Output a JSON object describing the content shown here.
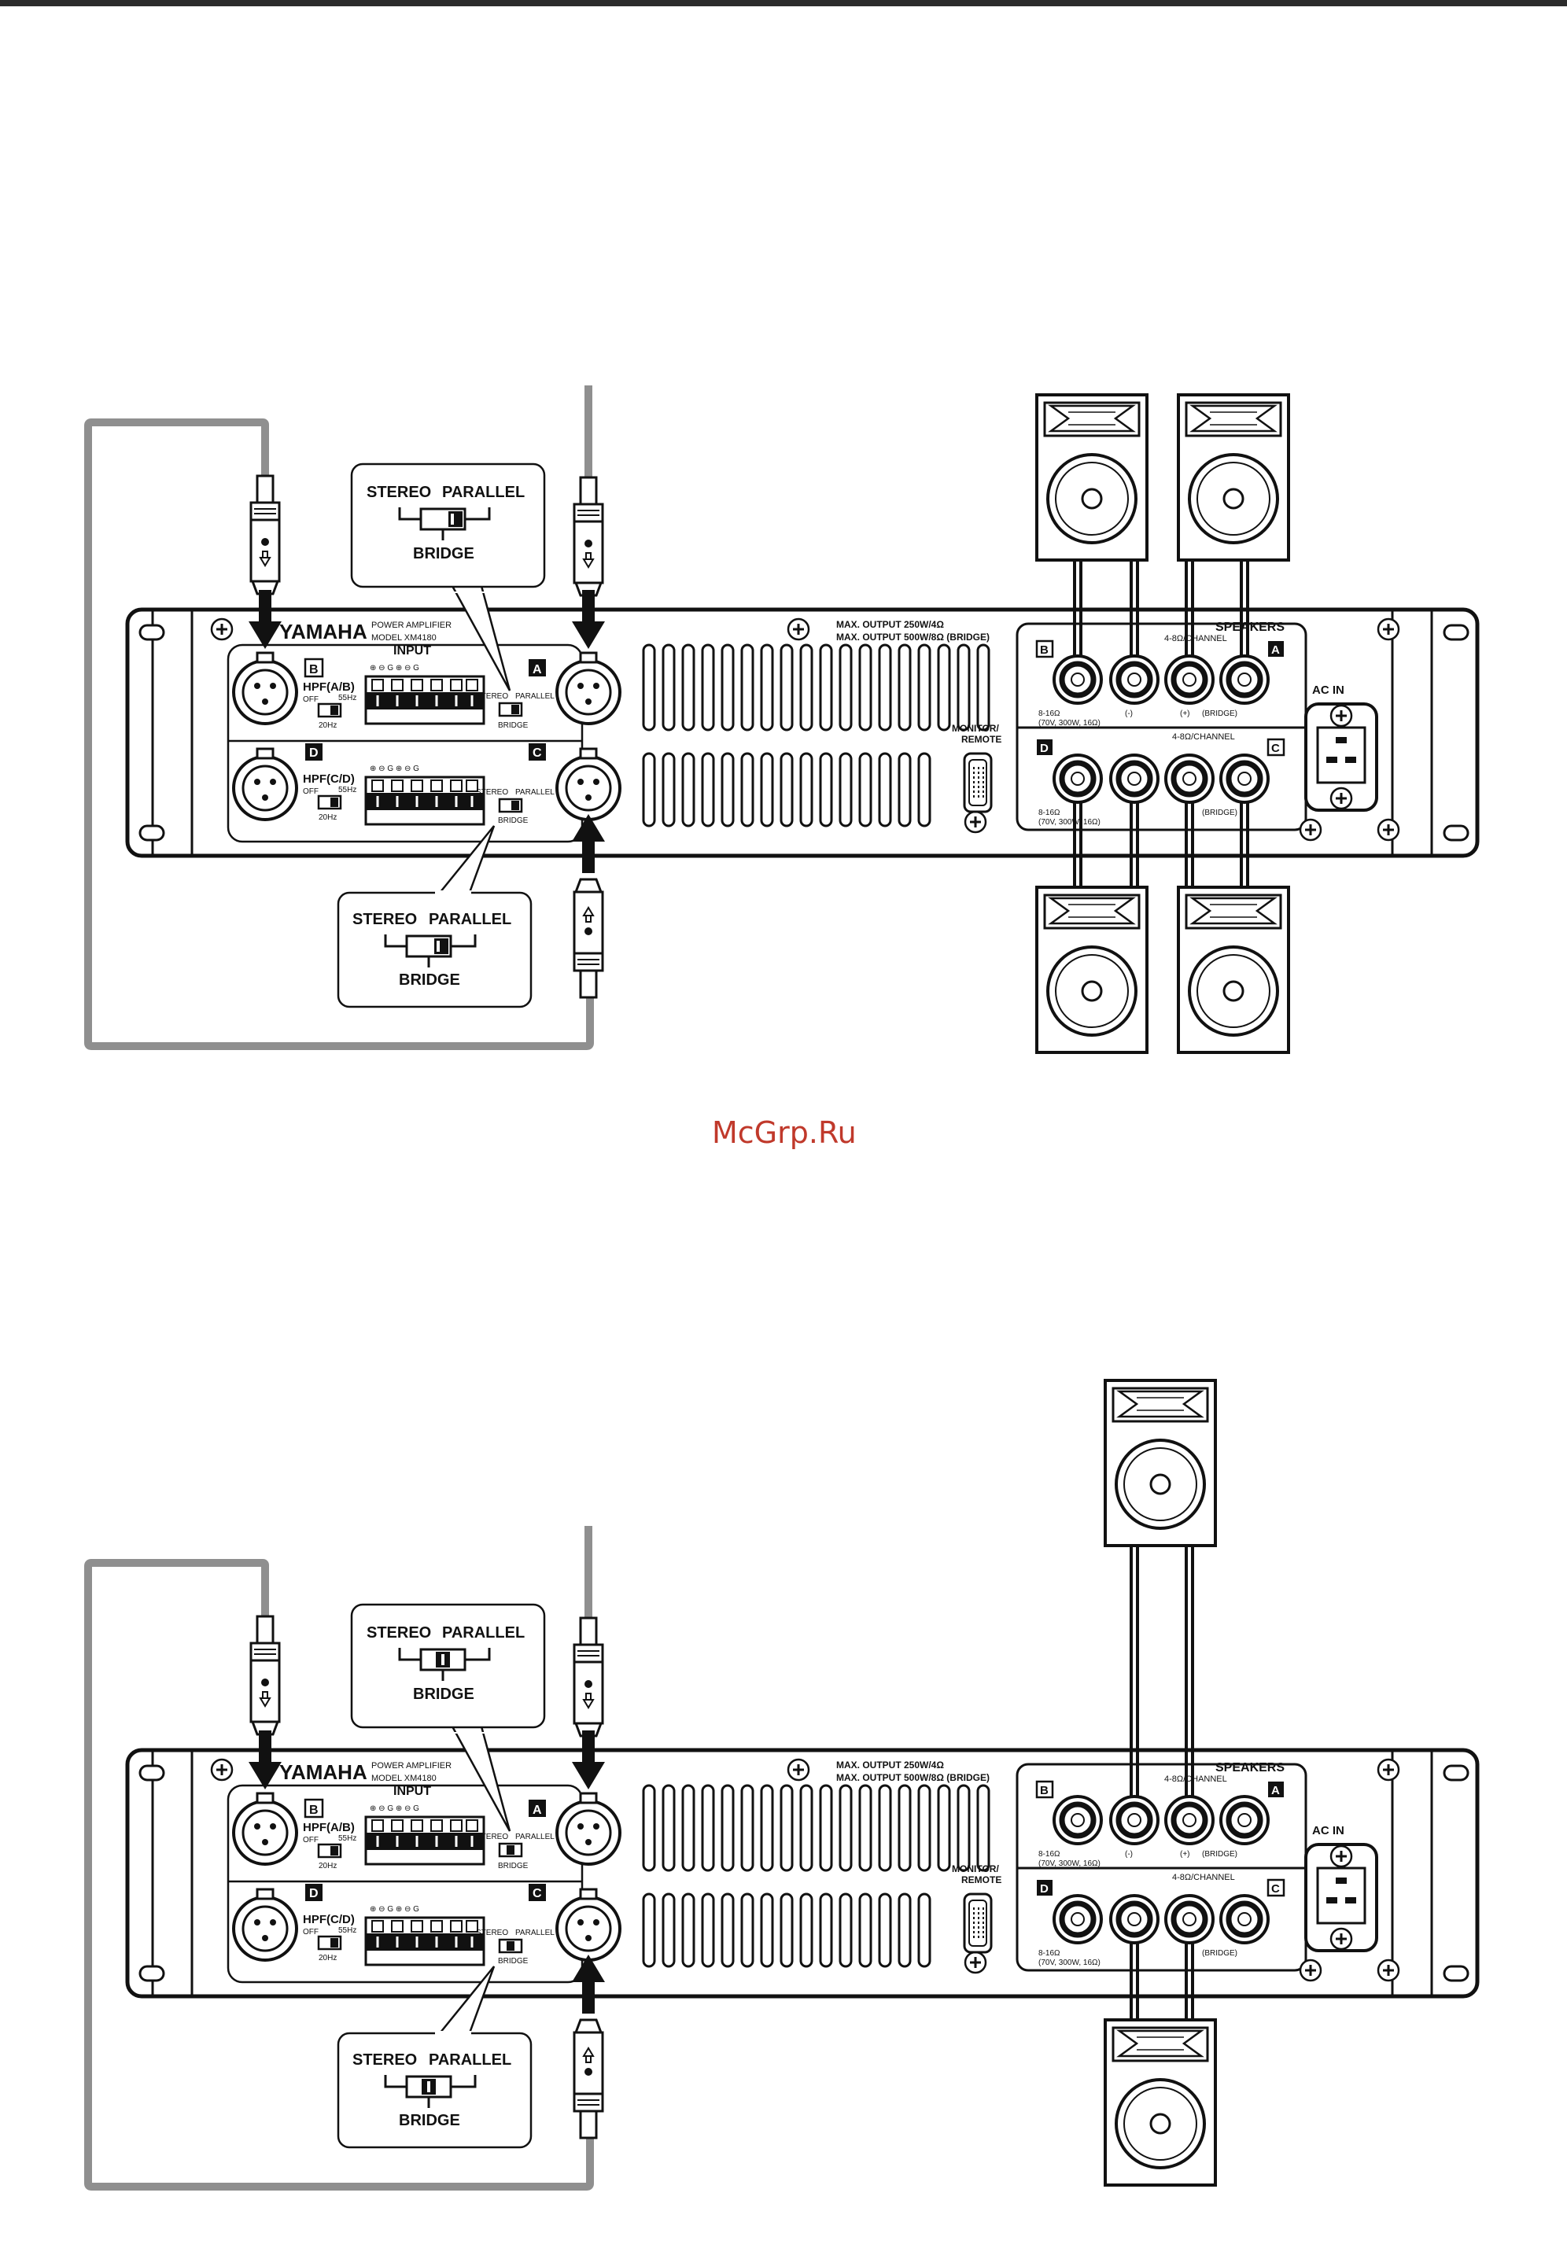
{
  "watermark": "McGrp.Ru",
  "colors": {
    "topbar": "#2b2b2b",
    "cable": "#8f8f8f",
    "line": "#111111",
    "watermark": "#c0392b"
  },
  "amp": {
    "brand": "YAMAHA",
    "model_line1": "POWER AMPLIFIER",
    "model_line2": "MODEL XM4180",
    "max_output1": "MAX. OUTPUT 250W/4Ω",
    "max_output2": "MAX. OUTPUT 500W/8Ω (BRIDGE)",
    "input_label": "INPUT",
    "ch_a": "A",
    "ch_b": "B",
    "ch_c": "C",
    "ch_d": "D",
    "hpf_ab": "HPF(A/B)",
    "hpf_cd": "HPF(C/D)",
    "hpf_off": "OFF",
    "hpf_55": "55Hz",
    "hpf_20": "20Hz",
    "mode_stereo": "STEREO",
    "mode_parallel": "PARALLEL",
    "mode_bridge": "BRIDGE",
    "terminal_pins": "⊕ ⊖ G ⊕ ⊖ G",
    "monitor_remote1": "MONITOR/",
    "monitor_remote2": "REMOTE",
    "speakers_label": "SPEAKERS",
    "impedance_top": "4-8Ω/CHANNEL",
    "impedance_bottom": "4-8Ω/CHANNEL",
    "spk_note1": "8-16Ω",
    "spk_note2": "(70V, 300W, 16Ω)",
    "minus_label": "(-)",
    "plus_label": "(+)",
    "bridge_label": "(BRIDGE)",
    "ac_in": "AC IN"
  },
  "callout": {
    "stereo": "STEREO",
    "parallel": "PARALLEL",
    "bridge": "BRIDGE"
  }
}
